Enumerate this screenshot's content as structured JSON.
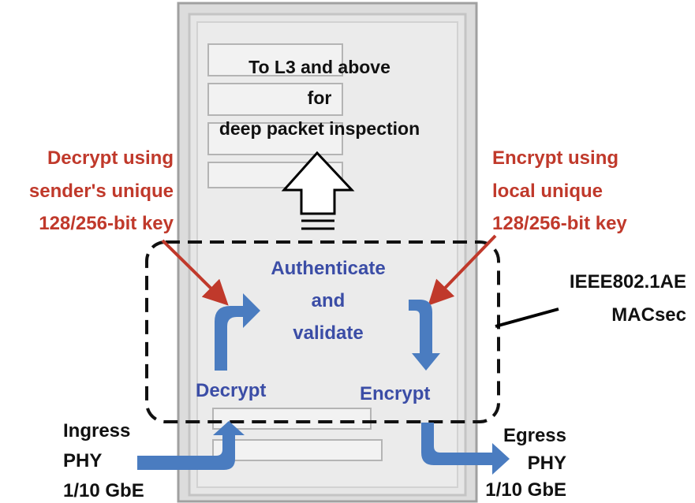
{
  "top_box": {
    "line1": "To L3 and above",
    "line2": "for",
    "line3": "deep packet inspection"
  },
  "left_note": {
    "line1": "Decrypt using",
    "line2": "sender's unique",
    "line3": "128/256-bit key"
  },
  "right_note": {
    "line1": "Encrypt using",
    "line2": "local unique",
    "line3": "128/256-bit key"
  },
  "center": {
    "line1": "Authenticate",
    "line2": "and",
    "line3": "validate"
  },
  "decrypt": "Decrypt",
  "encrypt": "Encrypt",
  "macsec": {
    "line1": "IEEE802.1AE",
    "line2": "MACsec"
  },
  "ingress": {
    "line1": "Ingress",
    "line2": "PHY",
    "line3": "1/10 GbE"
  },
  "egress": {
    "line1": "Egress",
    "line2": "PHY",
    "line3": "1/10 GbE"
  },
  "colors": {
    "red_text": "#c0392b",
    "blue_text": "#3b4da6",
    "blue_arrow": "#4a7cc0",
    "device_fill": "#e3e3e3",
    "device_border": "#9a9a9a"
  }
}
